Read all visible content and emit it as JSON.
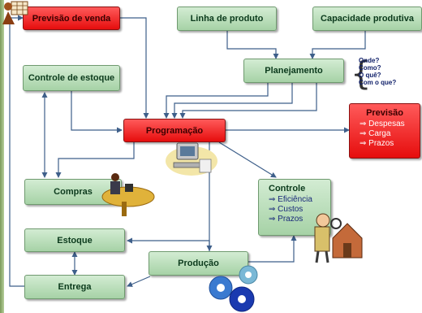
{
  "nodes": {
    "previsao_venda": "Previsão de venda",
    "linha_produto": "Linha de produto",
    "capacidade": "Capacidade produtiva",
    "planejamento": "Planejamento",
    "controle_estoque": "Controle de estoque",
    "programacao": "Programação",
    "compras": "Compras",
    "estoque": "Estoque",
    "entrega": "Entrega",
    "producao": "Produção"
  },
  "questions": [
    "Onde?",
    "Como?",
    "O quê?",
    "Com o que?"
  ],
  "previsao": {
    "title": "Previsão",
    "items": [
      "⇒ Despesas",
      "⇒ Carga",
      "⇒ Prazos"
    ]
  },
  "controle": {
    "title": "Controle",
    "items": [
      "⇒ Eficiência",
      "⇒ Custos",
      "⇒ Prazos"
    ]
  },
  "colors": {
    "green_box": "#a6d2a6",
    "red_box": "#e60d0d",
    "arrow": "#3e5f8a"
  }
}
